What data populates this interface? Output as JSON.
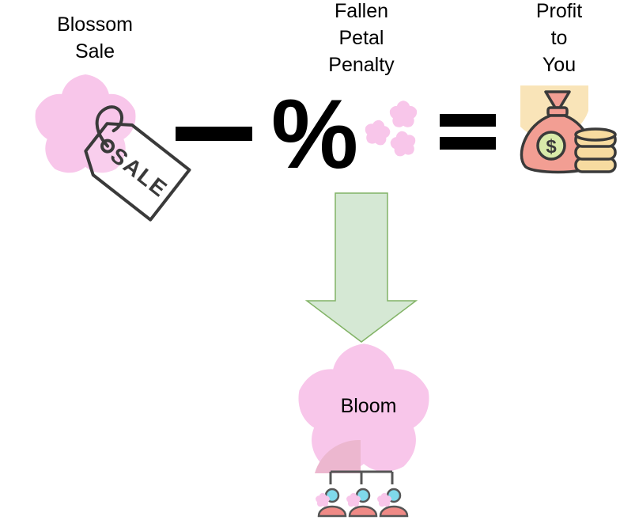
{
  "labels": {
    "blossom_sale": [
      "Blossom",
      "Sale"
    ],
    "fallen_petal_penalty": [
      "Fallen",
      "Petal",
      "Penalty"
    ],
    "profit_to_you": [
      "Profit",
      "to",
      "You"
    ],
    "bloom": "Bloom"
  },
  "tag_text": "SALE",
  "operators": {
    "minus": "−",
    "percent": "%",
    "equals": "="
  },
  "icons": {
    "blossom_sale": "sale-tag-icon",
    "penalty": "fallen-petals-icon",
    "profit": "money-bag-and-coins-icon",
    "bloom": "team-hierarchy-icon",
    "flow": "down-arrow"
  },
  "colors": {
    "blossom": "#f8c6ea",
    "arrow_fill": "#d5e8d4",
    "arrow_stroke": "#82b366",
    "bag": "#f29e93",
    "coin": "#f7dba0",
    "dollar_badge": "#d9eaa9",
    "outline": "#3a3a3a",
    "person_head": "#7fd9ea",
    "person_body": "#ef8a86"
  }
}
